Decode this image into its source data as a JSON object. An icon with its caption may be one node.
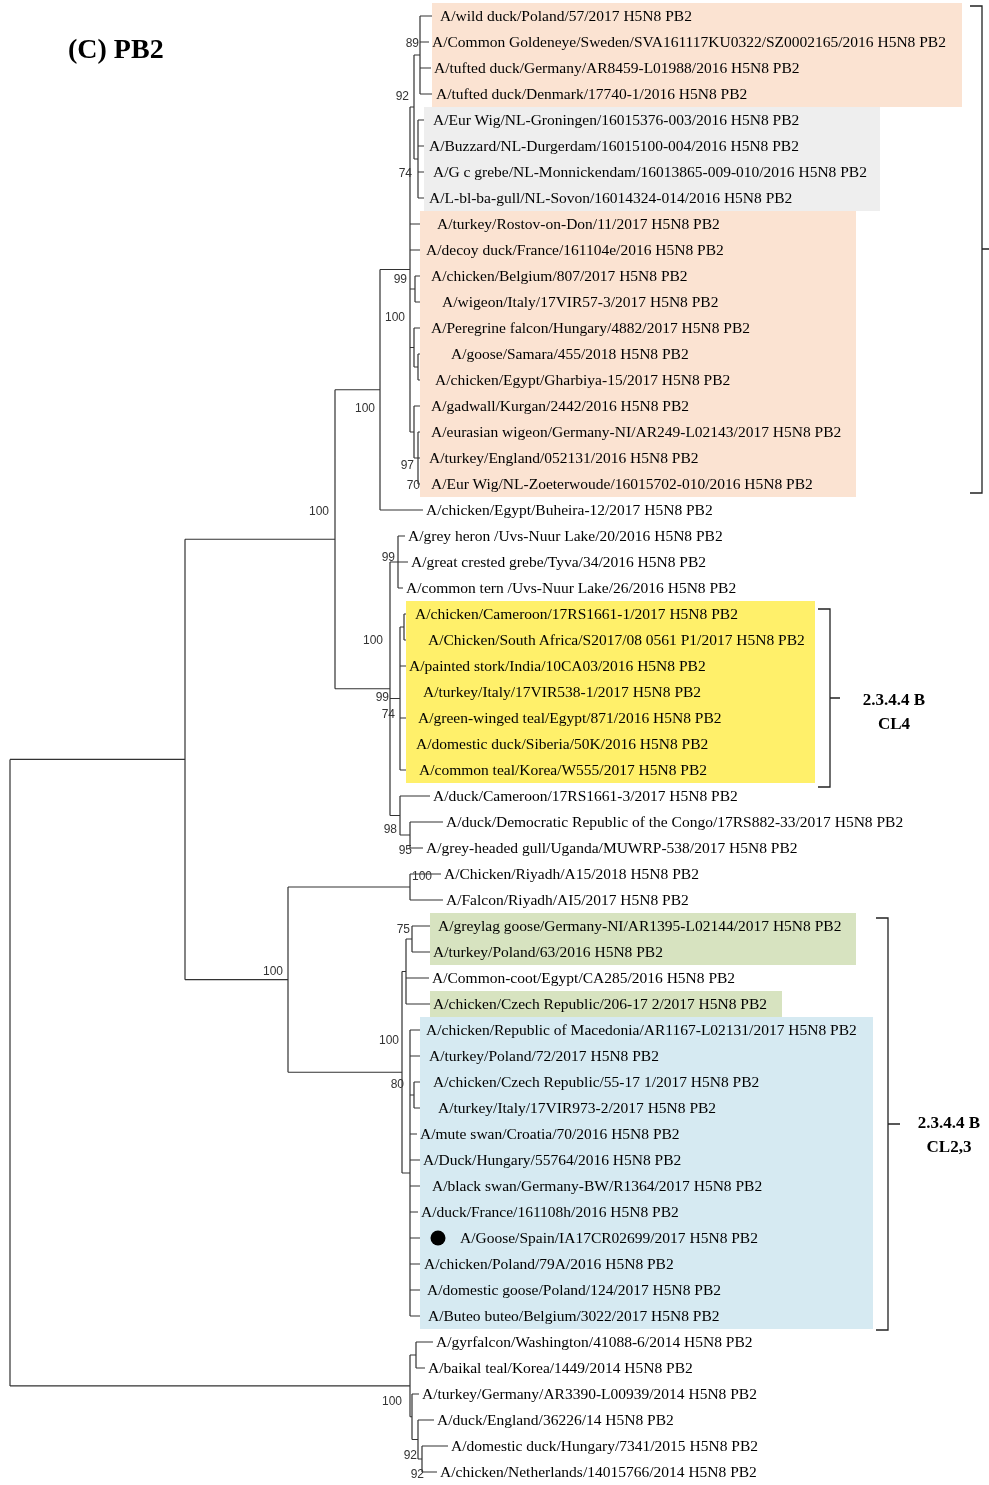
{
  "diagram": {
    "title": "(C) PB2",
    "nodes": [
      {
        "text": [],
        "shape": "box"
      },
      {
        "text": [
          "A/wild duck/Poland/57/2017 H5N8 PB2"
        ],
        "in": 0
      },
      {
        "text": [
          "A/Common Goldeneye/Sweden/SVA161117KU0322/SZ0002165/2016 H5N8 PB2"
        ],
        "in": 0
      },
      {
        "text": [
          "A/tufted duck/Germany/AR8459-L01988/2016 H5N8 PB2"
        ],
        "in": 0
      },
      {
        "text": [
          "A/tufted duck/Denmark/17740-1/2016 H5N8 PB2"
        ],
        "in": 0
      },
      {
        "text": [],
        "shape": "box"
      },
      {
        "text": [
          "A/Eur Wig/NL-Groningen/16015376-003/2016 H5N8 PB2"
        ],
        "in": 5
      },
      {
        "text": [
          "A/Buzzard/NL-Durgerdam/16015100-004/2016 H5N8 PB2"
        ],
        "in": 5
      },
      {
        "text": [
          "A/G c grebe/NL-Monnickendam/16013865-009-010/2016 H5N8 PB2"
        ],
        "in": 5
      },
      {
        "text": [
          "A/L-bl-ba-gull/NL-Sovon/16014324-014/2016 H5N8 PB2"
        ],
        "in": 5
      },
      {
        "text": [],
        "shape": "box"
      },
      {
        "text": [
          "A/turkey/Rostov-on-Don/11/2017 H5N8 PB2"
        ],
        "in": 10
      },
      {
        "text": [
          "A/decoy duck/France/161104e/2016 H5N8 PB2"
        ],
        "in": 10
      },
      {
        "text": [
          "A/chicken/Belgium/807/2017 H5N8 PB2"
        ],
        "in": 10
      },
      {
        "text": [
          "A/wigeon/Italy/17VIR57-3/2017 H5N8 PB2"
        ],
        "in": 10
      },
      {
        "text": [
          "A/Peregrine falcon/Hungary/4882/2017 H5N8 PB2"
        ],
        "in": 10
      },
      {
        "text": [
          "A/goose/Samara/455/2018 H5N8 PB2"
        ],
        "in": 10
      },
      {
        "text": [
          "A/chicken/Egypt/Gharbiya-15/2017 H5N8 PB2"
        ],
        "in": 10
      },
      {
        "text": [
          "A/gadwall/Kurgan/2442/2016 H5N8 PB2"
        ],
        "in": 10
      },
      {
        "text": [
          "A/eurasian wigeon/Germany-NI/AR249-L02143/2017 H5N8 PB2"
        ],
        "in": 10
      },
      {
        "text": [
          "A/turkey/England/052131/2016 H5N8 PB2"
        ],
        "in": 10
      },
      {
        "text": [
          "A/Eur Wig/NL-Zoeterwoude/16015702-010/2016 H5N8 PB2"
        ],
        "in": 10
      },
      {
        "text": [
          "A/chicken/Egypt/Buheira-12/2017 H5N8 PB2"
        ]
      },
      {
        "text": [
          "A/grey heron /Uvs-Nuur Lake/20/2016 H5N8 PB2"
        ]
      },
      {
        "text": [
          "A/great crested grebe/Tyva/34/2016 H5N8 PB2"
        ]
      },
      {
        "text": [
          "A/common tern /Uvs-Nuur Lake/26/2016 H5N8 PB2"
        ]
      },
      {
        "text": [],
        "shape": "box"
      },
      {
        "text": [
          "A/chicken/Cameroon/17RS1661-1/2017 H5N8 PB2"
        ],
        "in": 26
      },
      {
        "text": [
          "A/Chicken/South Africa/S2017/08 0561 P1/2017 H5N8 PB2"
        ],
        "in": 26
      },
      {
        "text": [
          "A/painted stork/India/10CA03/2016 H5N8 PB2"
        ],
        "in": 26
      },
      {
        "text": [
          "A/turkey/Italy/17VIR538-1/2017 H5N8 PB2"
        ],
        "in": 26
      },
      {
        "text": [
          "A/green-winged teal/Egypt/871/2016 H5N8 PB2"
        ],
        "in": 26
      },
      {
        "text": [
          "A/domestic duck/Siberia/50K/2016 H5N8 PB2"
        ],
        "in": 26
      },
      {
        "text": [
          "A/common teal/Korea/W555/2017 H5N8 PB2"
        ],
        "in": 26
      },
      {
        "text": [
          "A/duck/Cameroon/17RS1661-3/2017 H5N8 PB2"
        ]
      },
      {
        "text": [
          "A/duck/Democratic Republic of the Congo/17RS882-33/2017 H5N8 PB2"
        ]
      },
      {
        "text": [
          "A/grey-headed gull/Uganda/MUWRP-538/2017 H5N8 PB2"
        ]
      },
      {
        "text": [
          "A/Chicken/Riyadh/A15/2018 H5N8 PB2"
        ]
      },
      {
        "text": [
          "A/Falcon/Riyadh/AI5/2017 H5N8 PB2"
        ]
      },
      {
        "text": [],
        "shape": "box"
      },
      {
        "text": [
          "A/greylag goose/Germany-NI/AR1395-L02144/2017 H5N8 PB2"
        ],
        "in": 39
      },
      {
        "text": [
          "A/turkey/Poland/63/2016 H5N8 PB2"
        ],
        "in": 39
      },
      {
        "text": [
          "A/Common-coot/Egypt/CA285/2016 H5N8 PB2"
        ]
      },
      {
        "text": [],
        "shape": "box"
      },
      {
        "text": [
          "A/chicken/Czech Republic/206-17 2/2017 H5N8 PB2"
        ],
        "in": 43
      },
      {
        "text": [],
        "shape": "box"
      },
      {
        "text": [
          "A/chicken/Republic of Macedonia/AR1167-L02131/2017 H5N8 PB2"
        ],
        "in": 45
      },
      {
        "text": [
          "A/turkey/Poland/72/2017 H5N8 PB2"
        ],
        "in": 45
      },
      {
        "text": [
          "A/chicken/Czech Republic/55-17 1/2017 H5N8 PB2"
        ],
        "in": 45
      },
      {
        "text": [
          "A/turkey/Italy/17VIR973-2/2017 H5N8 PB2"
        ],
        "in": 45
      },
      {
        "text": [
          "A/mute swan/Croatia/70/2016 H5N8 PB2"
        ],
        "in": 45
      },
      {
        "text": [
          "A/Duck/Hungary/55764/2016 H5N8 PB2"
        ],
        "in": 45
      },
      {
        "text": [
          "A/black swan/Germany-BW/R1364/2017 H5N8 PB2"
        ],
        "in": 45
      },
      {
        "text": [
          "A/duck/France/161108h/2016 H5N8 PB2"
        ],
        "in": 45
      },
      {
        "text": [
          "A/Goose/Spain/IA17CR02699/2017 H5N8 PB2"
        ],
        "in": 45
      },
      {
        "text": [
          "A/chicken/Poland/79A/2016 H5N8 PB2"
        ],
        "in": 45
      },
      {
        "text": [
          "A/domestic goose/Poland/124/2017 H5N8 PB2"
        ],
        "in": 45
      },
      {
        "text": [
          "A/Buteo buteo/Belgium/3022/2017 H5N8 PB2"
        ],
        "in": 45
      },
      {
        "text": [
          "A/gyrfalcon/Washington/41088-6/2014 H5N8 PB2"
        ]
      },
      {
        "text": [
          "A/baikal teal/Korea/1449/2014 H5N8 PB2"
        ]
      },
      {
        "text": [
          "A/turkey/Germany/AR3390-L00939/2014 H5N8 PB2"
        ]
      },
      {
        "text": [
          "A/duck/England/36226/14 H5N8 PB2"
        ]
      },
      {
        "text": [
          "A/domestic duck/Hungary/7341/2015 H5N8 PB2"
        ]
      },
      {
        "text": [
          "A/chicken/Netherlands/14015766/2014 H5N8 PB2"
        ]
      }
    ],
    "labels": [
      "89",
      "92",
      "74",
      "99",
      "100",
      "100",
      "97",
      "70",
      "100",
      "99",
      "100",
      "2.3.4.4 B CL4",
      "99",
      "74",
      "98",
      "95",
      "100",
      "75",
      "100",
      "100",
      "80",
      "2.3.4.4 B CL2,3",
      "100",
      "92",
      "92"
    ]
  }
}
